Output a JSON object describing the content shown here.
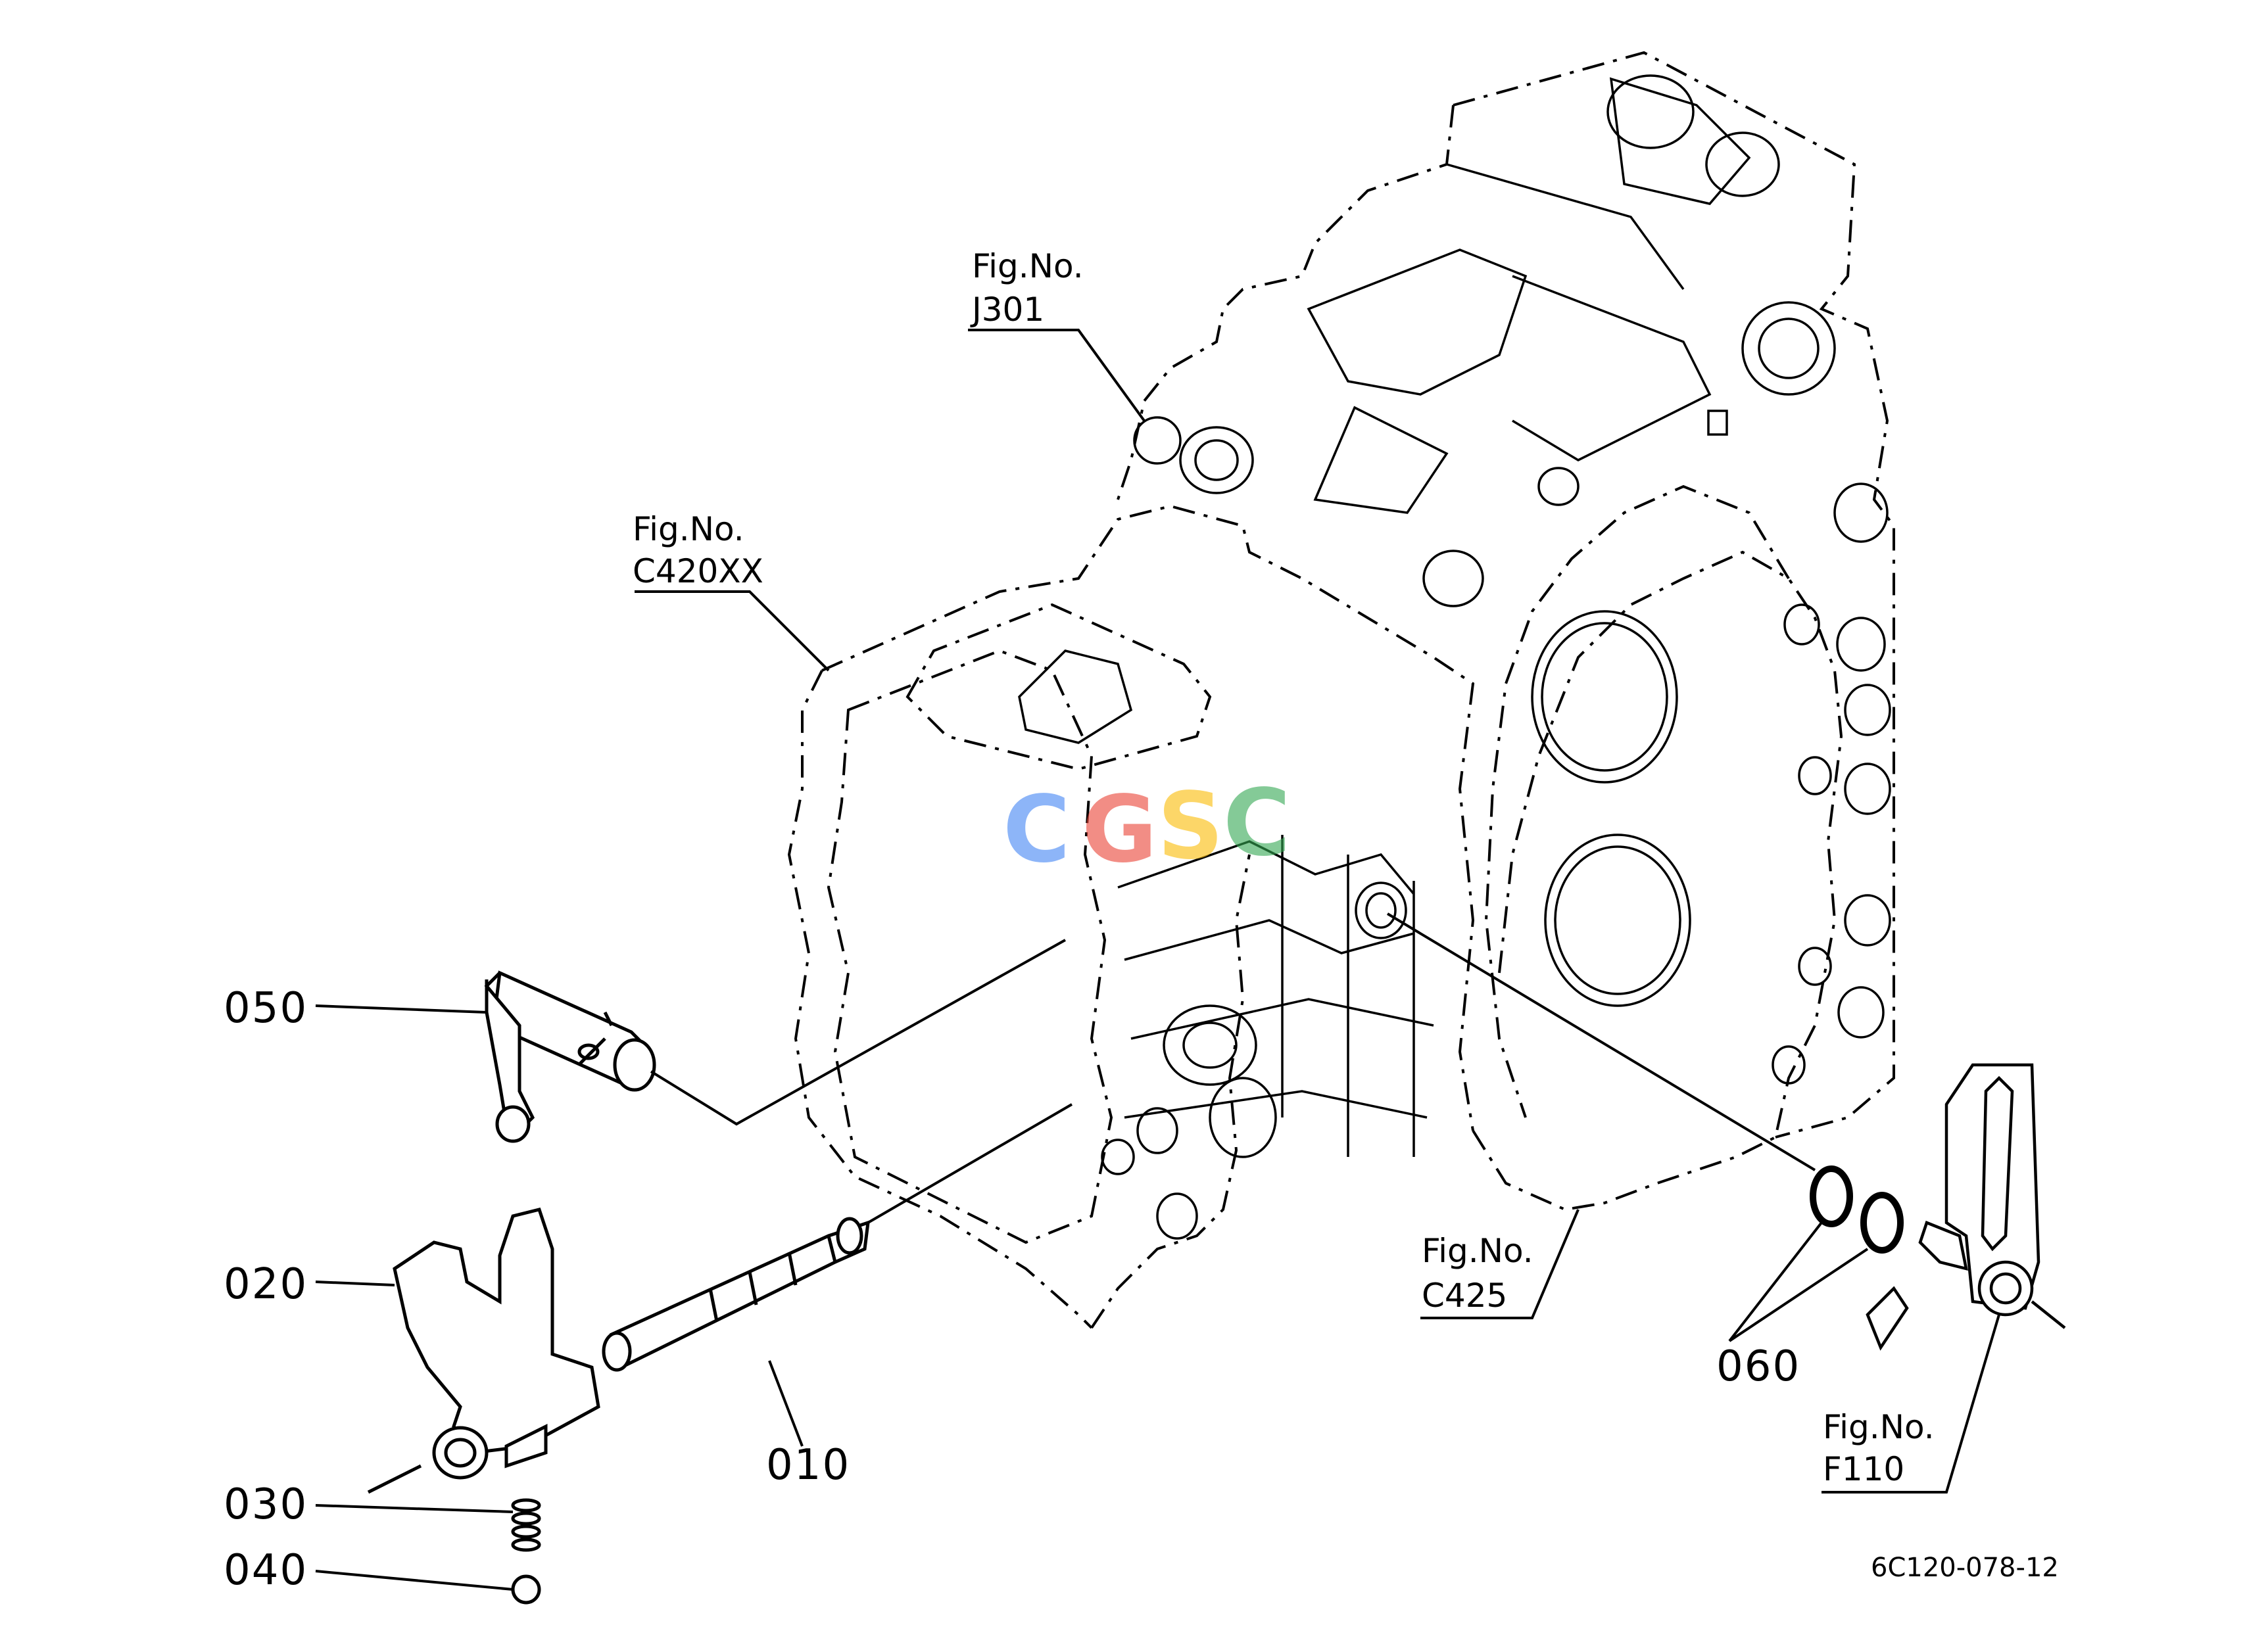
{
  "part_labels": {
    "p050": "050",
    "p020": "020",
    "p030": "030",
    "p040": "040",
    "p010": "010",
    "p060": "060"
  },
  "figure_refs": {
    "j301": {
      "fig": "Fig.No.",
      "num": "J301"
    },
    "c420xx": {
      "fig": "Fig.No.",
      "num": "C420XX"
    },
    "c425": {
      "fig": "Fig.No.",
      "num": "C425"
    },
    "f110": {
      "fig": "Fig.No.",
      "num": "F110"
    }
  },
  "watermark": {
    "c1": "C",
    "g": "G",
    "s": "S",
    "c2": "C"
  },
  "diagram_code": "6C120-078-12",
  "colors": {
    "line": "#000000",
    "wm_blue": "#4285F4",
    "wm_red": "#EA4335",
    "wm_yellow": "#FBBC05",
    "wm_green": "#34A853"
  }
}
